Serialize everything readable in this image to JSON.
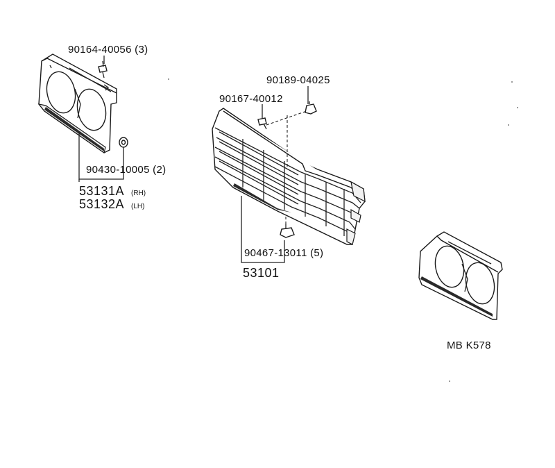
{
  "diagram": {
    "callouts": {
      "bolt_top_left": "90164-40056 (3)",
      "nut_left": "90430-10005 (2)",
      "housing_rh": "53131A",
      "housing_rh_suffix": "(RH)",
      "housing_lh": "53132A",
      "housing_lh_suffix": "(LH)",
      "clip_top": "90189-04025",
      "screw_top": "90167-40012",
      "clip_bottom": "90467-13011 (5)",
      "grille": "53101"
    },
    "code": "MB K578"
  }
}
